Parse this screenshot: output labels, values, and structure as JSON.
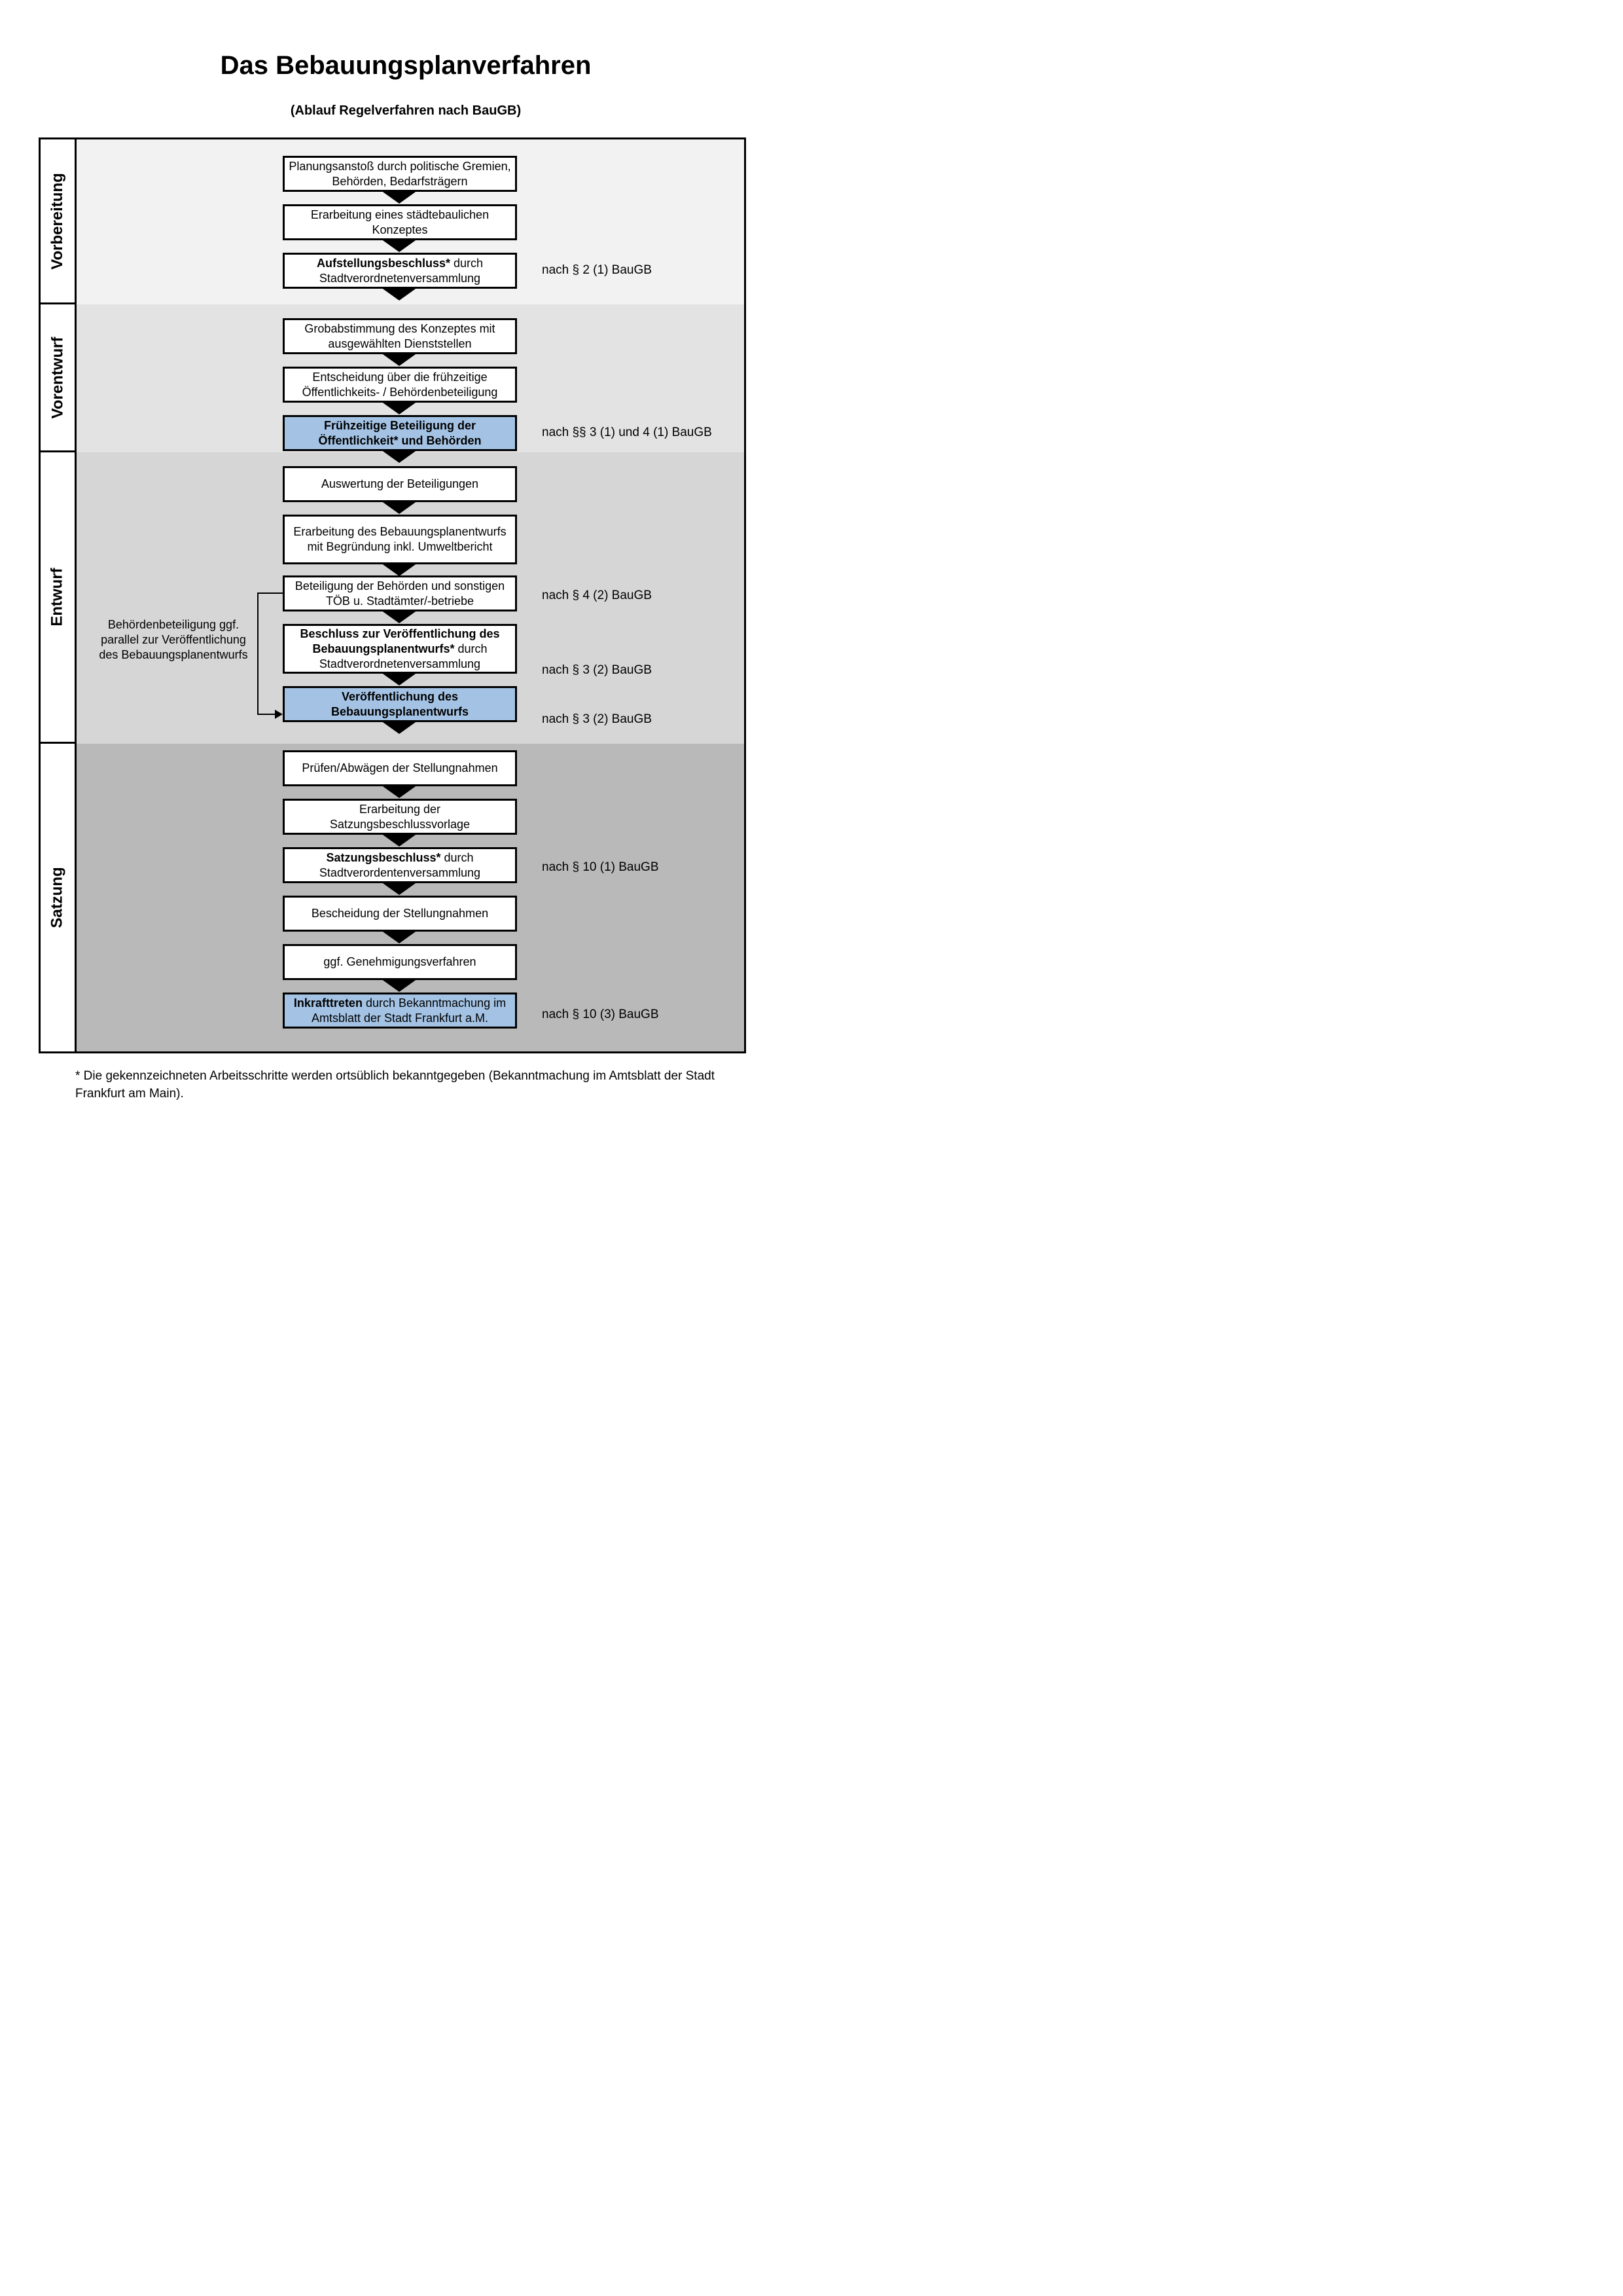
{
  "title": "Das Bebauungsplanverfahren",
  "subtitle": "(Ablauf Regelverfahren nach BauGB)",
  "phases": [
    {
      "label": "Vorbereitung"
    },
    {
      "label": "Vorentwurf"
    },
    {
      "label": "Entwurf"
    },
    {
      "label": "Satzung"
    }
  ],
  "steps": [
    {
      "bold": "",
      "rest": "Planungsanstoß durch politische Gremien, Behörden, Bedarfsträgern",
      "highlighted": false
    },
    {
      "bold": "",
      "rest": "Erarbeitung eines städtebaulichen Konzeptes",
      "highlighted": false
    },
    {
      "bold": "Aufstellungsbeschluss*",
      "rest": " durch Stadtverordnetenversammlung",
      "highlighted": false
    },
    {
      "bold": "",
      "rest": "Grobabstimmung des Konzeptes mit ausgewählten Dienststellen",
      "highlighted": false
    },
    {
      "bold": "",
      "rest": "Entscheidung über die frühzeitige Öffentlichkeits- / Behördenbeteiligung",
      "highlighted": false
    },
    {
      "bold": "Frühzeitige Beteiligung der Öffentlichkeit* und Behörden",
      "rest": "",
      "highlighted": true
    },
    {
      "bold": "",
      "rest": "Auswertung der Beteiligungen",
      "highlighted": false
    },
    {
      "bold": "",
      "rest": "Erarbeitung des Bebauungsplanentwurfs mit Begründung inkl. Umweltbericht",
      "highlighted": false
    },
    {
      "bold": "",
      "rest": "Beteiligung der Behörden und sonstigen TÖB u. Stadtämter/-betriebe",
      "highlighted": false
    },
    {
      "bold": "Beschluss zur Veröffentlichung des Bebauungsplanentwurfs*",
      "rest": " durch Stadtverordnetenversammlung",
      "highlighted": false
    },
    {
      "bold": "Veröffentlichung des Bebauungsplanentwurfs",
      "rest": "",
      "highlighted": true
    },
    {
      "bold": "",
      "rest": "Prüfen/Abwägen der Stellungnahmen",
      "highlighted": false
    },
    {
      "bold": "",
      "rest": "Erarbeitung der Satzungsbeschlussvorlage",
      "highlighted": false
    },
    {
      "bold": "Satzungsbeschluss*",
      "rest": " durch Stadtverordentenversammlung",
      "highlighted": false
    },
    {
      "bold": "",
      "rest": "Bescheidung der Stellungnahmen",
      "highlighted": false
    },
    {
      "bold": "",
      "rest": "ggf. Genehmigungsverfahren",
      "highlighted": false
    },
    {
      "bold": "Inkrafttreten",
      "rest": " durch Bekanntmachung im Amtsblatt der Stadt Frankfurt a.M.",
      "highlighted": true
    }
  ],
  "annotations": [
    {
      "text": "nach § 2 (1) BauGB"
    },
    {
      "text": "nach §§ 3 (1) und 4 (1) BauGB"
    },
    {
      "text": "nach § 4 (2) BauGB"
    },
    {
      "text": "nach § 3 (2) BauGB"
    },
    {
      "text": "nach § 3 (2) BauGB"
    },
    {
      "text": "nach § 10 (1) BauGB"
    },
    {
      "text": "nach § 10 (3) BauGB"
    }
  ],
  "side_note": {
    "text": "Behördenbeteiligung ggf. parallel zur Veröffentlichung des Bebauungsplanentwurfs"
  },
  "footnote": {
    "marker": "*",
    "body": " Die gekennzeichneten Arbeitsschritte werden ortsüblich bekanntgegeben (Bekanntmachung im Amtsblatt  der Stadt Frankfurt am Main)."
  },
  "colors": {
    "highlight_blue": "#a4c3e4",
    "band_vorbereitung": "#f2f2f2",
    "band_vorentwurf": "#e3e3e3",
    "band_entwurf": "#d6d6d6",
    "band_satzung": "#b9b9b9",
    "line_black": "#000000"
  }
}
